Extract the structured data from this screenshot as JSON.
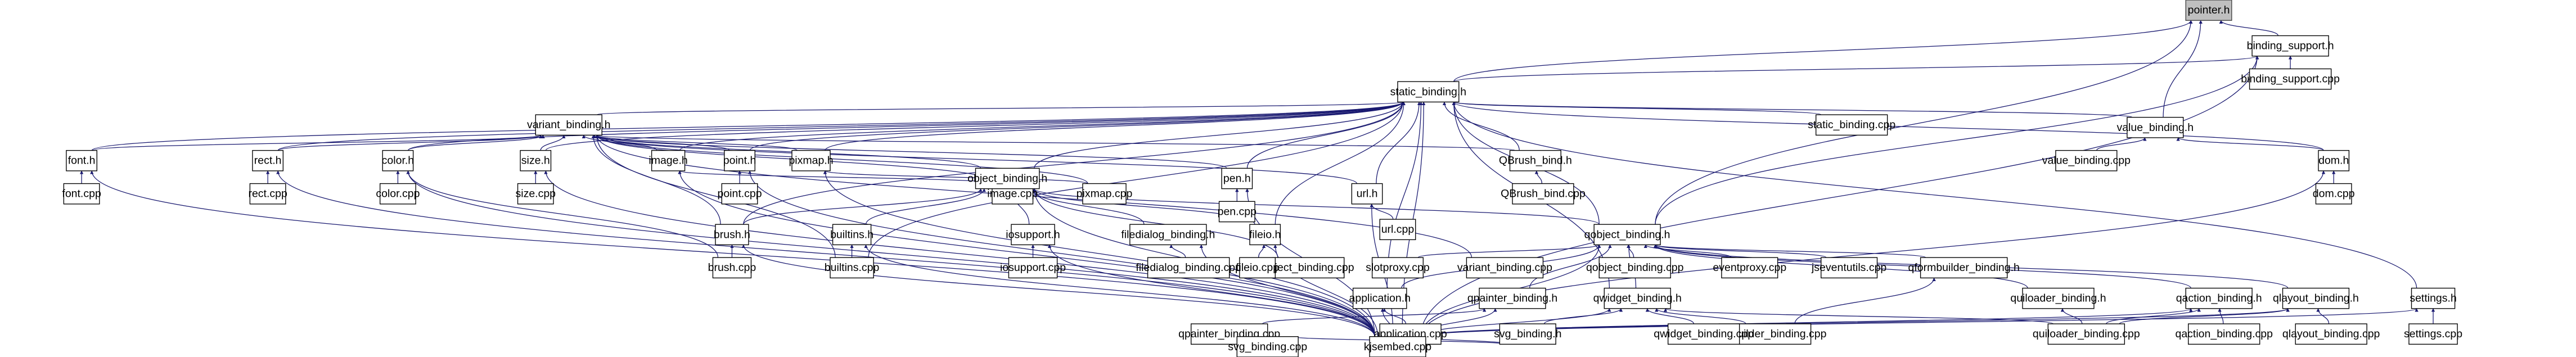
{
  "title": "pointer.h include dependency graph",
  "colors": {
    "edge": "#191970",
    "root_fill": "#bfbfbf",
    "node_fill": "#ffffff",
    "node_border": "#000000"
  },
  "root": "pointer.h",
  "nodes": [
    {
      "id": "pointer_h",
      "label": "pointer.h"
    },
    {
      "id": "binding_support_h",
      "label": "binding_support.h"
    },
    {
      "id": "binding_support_cpp",
      "label": "binding_support.cpp"
    },
    {
      "id": "static_binding_h",
      "label": "static_binding.h"
    },
    {
      "id": "variant_binding_h",
      "label": "variant_binding.h"
    },
    {
      "id": "value_binding_h",
      "label": "value_binding.h"
    },
    {
      "id": "value_binding_cpp",
      "label": "value_binding.cpp"
    },
    {
      "id": "dom_h",
      "label": "dom.h"
    },
    {
      "id": "dom_cpp",
      "label": "dom.cpp"
    },
    {
      "id": "static_binding_cpp",
      "label": "static_binding.cpp"
    },
    {
      "id": "font_h",
      "label": "font.h"
    },
    {
      "id": "font_cpp",
      "label": "font.cpp"
    },
    {
      "id": "rect_h",
      "label": "rect.h"
    },
    {
      "id": "rect_cpp",
      "label": "rect.cpp"
    },
    {
      "id": "color_h",
      "label": "color.h"
    },
    {
      "id": "color_cpp",
      "label": "color.cpp"
    },
    {
      "id": "size_h",
      "label": "size.h"
    },
    {
      "id": "size_cpp",
      "label": "size.cpp"
    },
    {
      "id": "image_h",
      "label": "image.h"
    },
    {
      "id": "point_h",
      "label": "point.h"
    },
    {
      "id": "point_cpp",
      "label": "point.cpp"
    },
    {
      "id": "pixmap_h",
      "label": "pixmap.h"
    },
    {
      "id": "image_cpp",
      "label": "image.cpp"
    },
    {
      "id": "pixmap_cpp",
      "label": "pixmap.cpp"
    },
    {
      "id": "object_binding_h",
      "label": "object_binding.h"
    },
    {
      "id": "pen_h",
      "label": "pen.h"
    },
    {
      "id": "pen_cpp",
      "label": "pen.cpp"
    },
    {
      "id": "url_h",
      "label": "url.h"
    },
    {
      "id": "url_cpp",
      "label": "url.cpp"
    },
    {
      "id": "qbrush_bind_h",
      "label": "QBrush_bind.h"
    },
    {
      "id": "qbrush_bind_cpp",
      "label": "QBrush_bind.cpp"
    },
    {
      "id": "brush_h",
      "label": "brush.h"
    },
    {
      "id": "brush_cpp",
      "label": "brush.cpp"
    },
    {
      "id": "builtins_h",
      "label": "builtins.h"
    },
    {
      "id": "builtins_cpp",
      "label": "builtins.cpp"
    },
    {
      "id": "iosupport_h",
      "label": "iosupport.h"
    },
    {
      "id": "iosupport_cpp",
      "label": "iosupport.cpp"
    },
    {
      "id": "filedialog_binding_h",
      "label": "filedialog_binding.h"
    },
    {
      "id": "filedialog_binding_cpp",
      "label": "filedialog_binding.cpp"
    },
    {
      "id": "object_binding_cpp",
      "label": "object_binding.cpp"
    },
    {
      "id": "fileio_h",
      "label": "fileio.h"
    },
    {
      "id": "fileio_cpp",
      "label": "fileio.cpp"
    },
    {
      "id": "slotproxy_cpp",
      "label": "slotproxy.cpp"
    },
    {
      "id": "variant_binding_cpp",
      "label": "variant_binding.cpp"
    },
    {
      "id": "qobject_binding_h",
      "label": "qobject_binding.h"
    },
    {
      "id": "qobject_binding_cpp",
      "label": "qobject_binding.cpp"
    },
    {
      "id": "eventproxy_cpp",
      "label": "eventproxy.cpp"
    },
    {
      "id": "jseventutils_cpp",
      "label": "jseventutils.cpp"
    },
    {
      "id": "qformbuilder_binding_h",
      "label": "qformbuilder_binding.h"
    },
    {
      "id": "qformbuilder_binding_cpp",
      "label": "qformbuilder_binding.cpp"
    },
    {
      "id": "quiloader_binding_h",
      "label": "quiloader_binding.h"
    },
    {
      "id": "quiloader_binding_cpp",
      "label": "quiloader_binding.cpp"
    },
    {
      "id": "qaction_binding_h",
      "label": "qaction_binding.h"
    },
    {
      "id": "qaction_binding_cpp",
      "label": "qaction_binding.cpp"
    },
    {
      "id": "qlayout_binding_h",
      "label": "qlayout_binding.h"
    },
    {
      "id": "qlayout_binding_cpp",
      "label": "qlayout_binding.cpp"
    },
    {
      "id": "settings_h",
      "label": "settings.h"
    },
    {
      "id": "settings_cpp",
      "label": "settings.cpp"
    },
    {
      "id": "application_h",
      "label": "application.h"
    },
    {
      "id": "application_cpp",
      "label": "application.cpp"
    },
    {
      "id": "qpainter_binding_h",
      "label": "qpainter_binding.h"
    },
    {
      "id": "qpainter_binding_cpp",
      "label": "qpainter_binding.cpp"
    },
    {
      "id": "qwidget_binding_h",
      "label": "qwidget_binding.h"
    },
    {
      "id": "qwidget_binding_cpp",
      "label": "qwidget_binding.cpp"
    },
    {
      "id": "svg_binding_h",
      "label": "svg_binding.h"
    },
    {
      "id": "svg_binding_cpp",
      "label": "svg_binding.cpp"
    },
    {
      "id": "kjsembed_cpp",
      "label": "kjsembed.cpp"
    }
  ],
  "edges": [
    [
      "binding_support_h",
      "pointer_h"
    ],
    [
      "static_binding_h",
      "pointer_h"
    ],
    [
      "qobject_binding_h",
      "pointer_h"
    ],
    [
      "value_binding_h",
      "pointer_h"
    ],
    [
      "binding_support_cpp",
      "binding_support_h"
    ],
    [
      "static_binding_h",
      "binding_support_h"
    ],
    [
      "qobject_binding_h",
      "binding_support_h"
    ],
    [
      "kjsembed_cpp",
      "binding_support_h"
    ],
    [
      "static_binding_cpp",
      "static_binding_h"
    ],
    [
      "variant_binding_h",
      "static_binding_h"
    ],
    [
      "value_binding_h",
      "static_binding_h"
    ],
    [
      "dom_h",
      "static_binding_h"
    ],
    [
      "font_h",
      "static_binding_h"
    ],
    [
      "rect_h",
      "static_binding_h"
    ],
    [
      "color_h",
      "static_binding_h"
    ],
    [
      "size_h",
      "static_binding_h"
    ],
    [
      "image_h",
      "static_binding_h"
    ],
    [
      "point_h",
      "static_binding_h"
    ],
    [
      "pixmap_h",
      "static_binding_h"
    ],
    [
      "object_binding_h",
      "static_binding_h"
    ],
    [
      "pen_h",
      "static_binding_h"
    ],
    [
      "url_h",
      "static_binding_h"
    ],
    [
      "qbrush_bind_h",
      "static_binding_h"
    ],
    [
      "brush_h",
      "static_binding_h"
    ],
    [
      "builtins_cpp",
      "static_binding_h"
    ],
    [
      "fileio_h",
      "static_binding_h"
    ],
    [
      "application_h",
      "static_binding_h"
    ],
    [
      "settings_h",
      "static_binding_h"
    ],
    [
      "kjsembed_cpp",
      "static_binding_h"
    ],
    [
      "qwidget_binding_h",
      "static_binding_h"
    ],
    [
      "qobject_binding_h",
      "static_binding_h"
    ],
    [
      "font_h",
      "variant_binding_h"
    ],
    [
      "rect_h",
      "variant_binding_h"
    ],
    [
      "color_h",
      "variant_binding_h"
    ],
    [
      "size_h",
      "variant_binding_h"
    ],
    [
      "image_h",
      "variant_binding_h"
    ],
    [
      "point_h",
      "variant_binding_h"
    ],
    [
      "pixmap_h",
      "variant_binding_h"
    ],
    [
      "brush_h",
      "variant_binding_h"
    ],
    [
      "pen_h",
      "variant_binding_h"
    ],
    [
      "url_h",
      "variant_binding_h"
    ],
    [
      "qbrush_bind_h",
      "variant_binding_h"
    ],
    [
      "variant_binding_cpp",
      "variant_binding_h"
    ],
    [
      "object_binding_h",
      "variant_binding_h"
    ],
    [
      "image_cpp",
      "variant_binding_h"
    ],
    [
      "pixmap_cpp",
      "variant_binding_h"
    ],
    [
      "builtins_cpp",
      "variant_binding_h"
    ],
    [
      "value_binding_cpp",
      "value_binding_h"
    ],
    [
      "dom_h",
      "value_binding_h"
    ],
    [
      "dom_cpp",
      "dom_h"
    ],
    [
      "kjsembed_cpp",
      "dom_h"
    ],
    [
      "font_cpp",
      "font_h"
    ],
    [
      "kjsembed_cpp",
      "font_h"
    ],
    [
      "rect_cpp",
      "rect_h"
    ],
    [
      "kjsembed_cpp",
      "rect_h"
    ],
    [
      "color_cpp",
      "color_h"
    ],
    [
      "brush_cpp",
      "color_h"
    ],
    [
      "kjsembed_cpp",
      "color_h"
    ],
    [
      "size_cpp",
      "size_h"
    ],
    [
      "kjsembed_cpp",
      "size_h"
    ],
    [
      "image_cpp",
      "image_h"
    ],
    [
      "kjsembed_cpp",
      "image_h"
    ],
    [
      "point_cpp",
      "point_h"
    ],
    [
      "kjsembed_cpp",
      "point_h"
    ],
    [
      "pixmap_cpp",
      "pixmap_h"
    ],
    [
      "kjsembed_cpp",
      "pixmap_h"
    ],
    [
      "brush_cpp",
      "brush_h"
    ],
    [
      "kjsembed_cpp",
      "brush_h"
    ],
    [
      "pen_cpp",
      "pen_h"
    ],
    [
      "kjsembed_cpp",
      "pen_h"
    ],
    [
      "url_cpp",
      "url_h"
    ],
    [
      "kjsembed_cpp",
      "url_h"
    ],
    [
      "qbrush_bind_cpp",
      "qbrush_bind_h"
    ],
    [
      "builtins_h",
      "object_binding_h"
    ],
    [
      "iosupport_h",
      "object_binding_h"
    ],
    [
      "filedialog_binding_h",
      "object_binding_h"
    ],
    [
      "object_binding_cpp",
      "object_binding_h"
    ],
    [
      "fileio_h",
      "object_binding_h"
    ],
    [
      "qobject_binding_h",
      "object_binding_h"
    ],
    [
      "brush_h",
      "object_binding_h"
    ],
    [
      "kjsembed_cpp",
      "object_binding_h"
    ],
    [
      "builtins_cpp",
      "builtins_h"
    ],
    [
      "kjsembed_cpp",
      "builtins_h"
    ],
    [
      "iosupport_cpp",
      "iosupport_h"
    ],
    [
      "kjsembed_cpp",
      "iosupport_h"
    ],
    [
      "filedialog_binding_cpp",
      "filedialog_binding_h"
    ],
    [
      "kjsembed_cpp",
      "filedialog_binding_h"
    ],
    [
      "fileio_cpp",
      "fileio_h"
    ],
    [
      "kjsembed_cpp",
      "fileio_h"
    ],
    [
      "qobject_binding_cpp",
      "qobject_binding_h"
    ],
    [
      "eventproxy_cpp",
      "qobject_binding_h"
    ],
    [
      "jseventutils_cpp",
      "qobject_binding_h"
    ],
    [
      "qformbuilder_binding_h",
      "qobject_binding_h"
    ],
    [
      "quiloader_binding_h",
      "qobject_binding_h"
    ],
    [
      "qaction_binding_h",
      "qobject_binding_h"
    ],
    [
      "qlayout_binding_h",
      "qobject_binding_h"
    ],
    [
      "application_h",
      "qobject_binding_h"
    ],
    [
      "qpainter_binding_h",
      "qobject_binding_h"
    ],
    [
      "qwidget_binding_h",
      "qobject_binding_h"
    ],
    [
      "slotproxy_cpp",
      "qobject_binding_h"
    ],
    [
      "kjsembed_cpp",
      "qobject_binding_h"
    ],
    [
      "qformbuilder_binding_cpp",
      "qformbuilder_binding_h"
    ],
    [
      "quiloader_binding_cpp",
      "quiloader_binding_h"
    ],
    [
      "qaction_binding_cpp",
      "qaction_binding_h"
    ],
    [
      "quiloader_binding_cpp",
      "qaction_binding_h"
    ],
    [
      "kjsembed_cpp",
      "qaction_binding_h"
    ],
    [
      "qlayout_binding_cpp",
      "qlayout_binding_h"
    ],
    [
      "quiloader_binding_cpp",
      "qlayout_binding_h"
    ],
    [
      "kjsembed_cpp",
      "qlayout_binding_h"
    ],
    [
      "settings_cpp",
      "settings_h"
    ],
    [
      "kjsembed_cpp",
      "settings_h"
    ],
    [
      "application_cpp",
      "application_h"
    ],
    [
      "kjsembed_cpp",
      "application_h"
    ],
    [
      "qpainter_binding_cpp",
      "qpainter_binding_h"
    ],
    [
      "kjsembed_cpp",
      "qpainter_binding_h"
    ],
    [
      "qwidget_binding_cpp",
      "qwidget_binding_h"
    ],
    [
      "svg_binding_h",
      "qwidget_binding_h"
    ],
    [
      "qformbuilder_binding_cpp",
      "qwidget_binding_h"
    ],
    [
      "quiloader_binding_cpp",
      "qwidget_binding_h"
    ],
    [
      "kjsembed_cpp",
      "qwidget_binding_h"
    ],
    [
      "svg_binding_cpp",
      "svg_binding_h"
    ],
    [
      "kjsembed_cpp",
      "svg_binding_h"
    ]
  ]
}
